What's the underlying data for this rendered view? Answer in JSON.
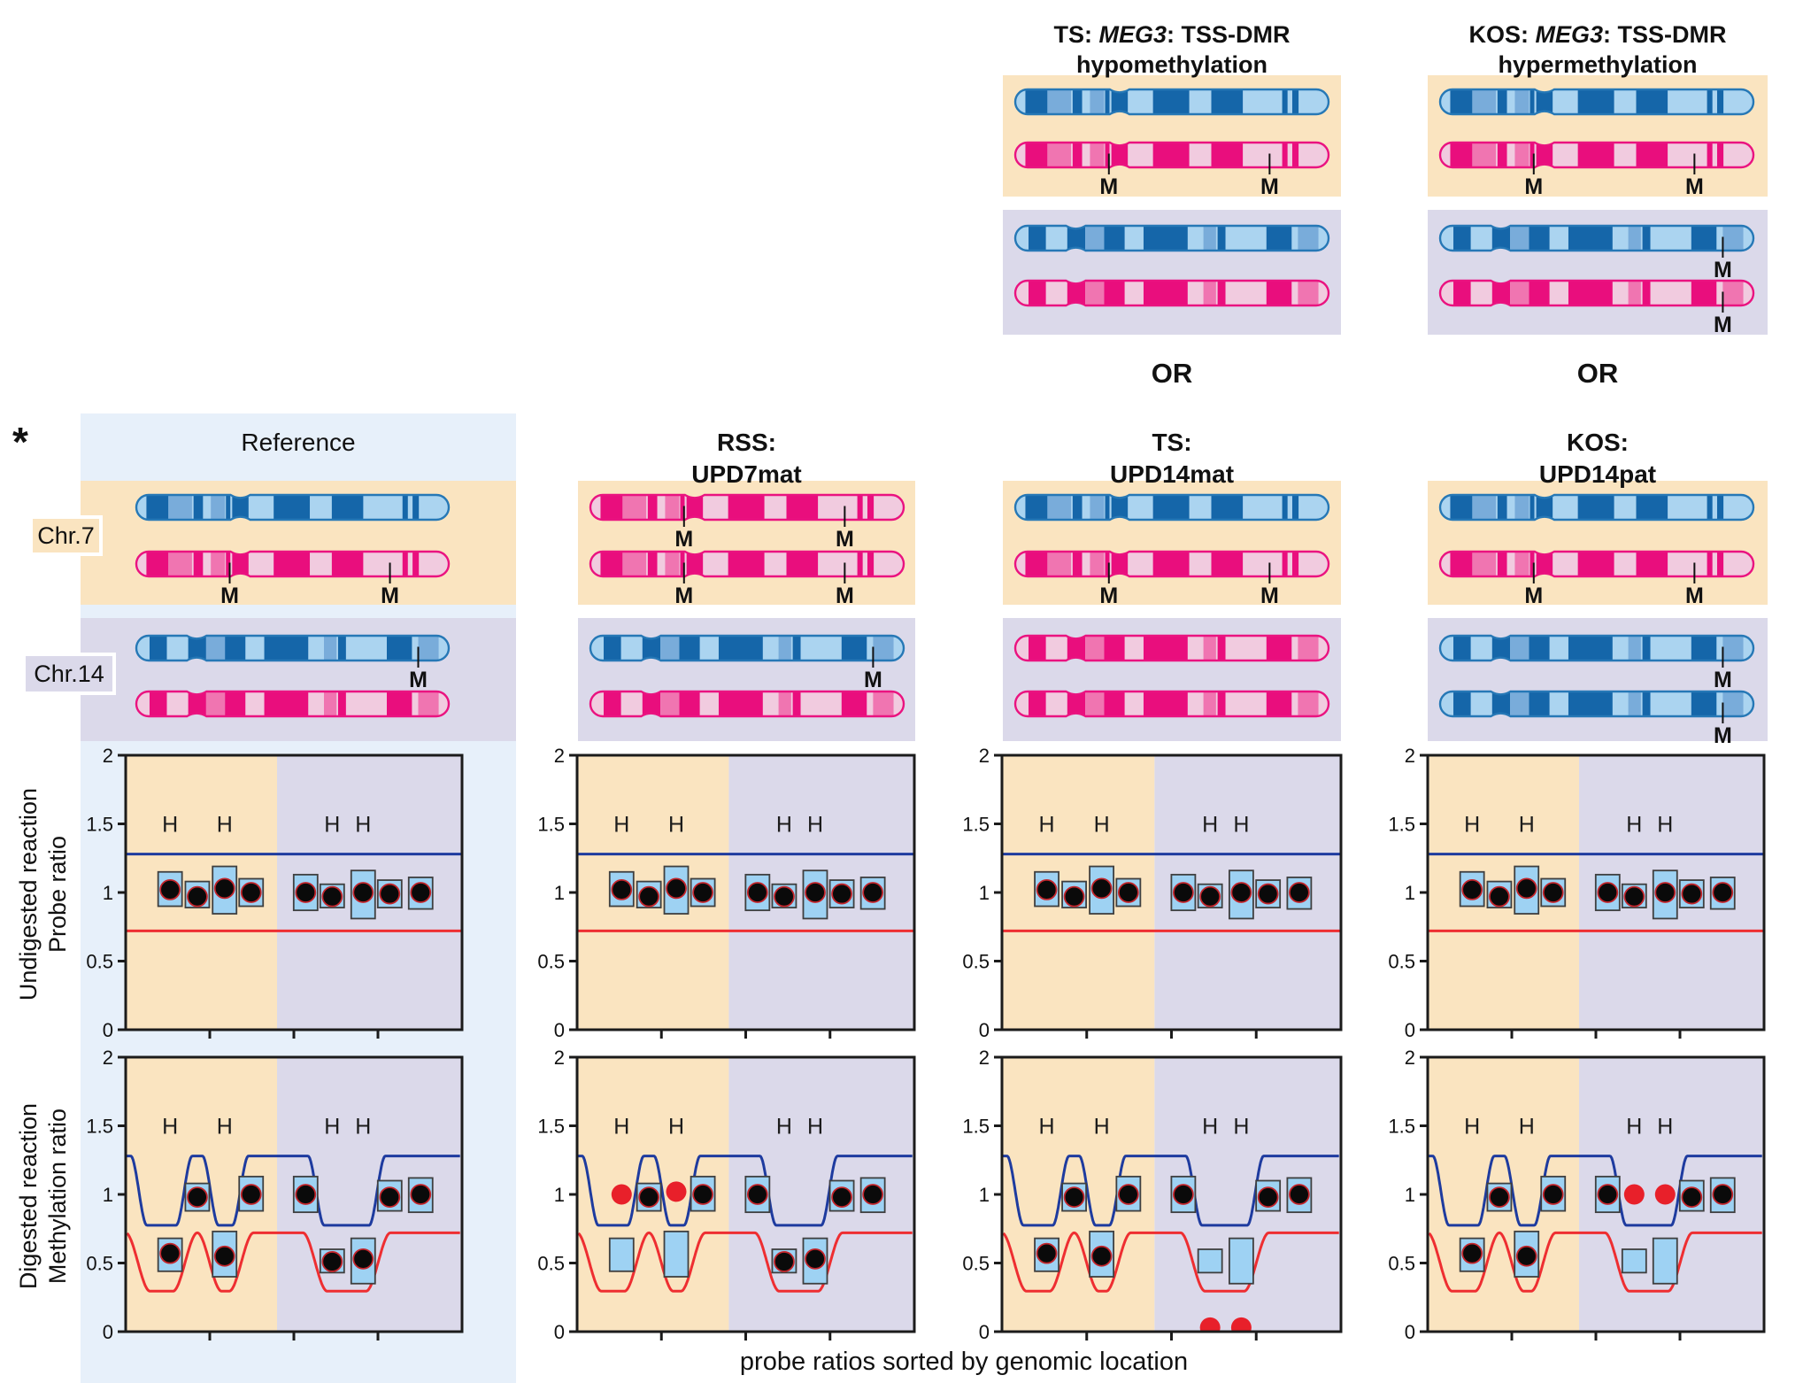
{
  "figure": {
    "asterisk": "*",
    "or_label": "OR",
    "m_label": "M",
    "h_label": "H",
    "x_axis_label": "probe ratios sorted by genomic location",
    "row_labels": {
      "chr7": "Chr.7",
      "chr14": "Chr.14"
    },
    "y_axis_labels": {
      "undigested": [
        "Undigested reaction",
        "Probe ratio"
      ],
      "digested": [
        "Digested reaction",
        "Methylation ratio"
      ]
    },
    "colors": {
      "orange_bg": "#fae4c0",
      "lavender_bg": "#dbd9ea",
      "reference_bg": "#e7f0fa",
      "paternal_chromosome_dark": "#1566a9",
      "maternal_chromosome_dark": "#e90e7d",
      "upper_limit_line": "#1e3b9f",
      "lower_limit_line": "#ee2e31",
      "normal_dot": "#0a0a0a",
      "abnormal_dot": "#e8202a",
      "box_fill": "#9ed2f3"
    }
  },
  "top_panels": [
    {
      "title_prefix": "TS: ",
      "title_gene": "MEG3",
      "title_suffix": ": TSS-DMR",
      "title_line2": "hypomethylation",
      "chr7": [
        {
          "color": "blue",
          "m": []
        },
        {
          "color": "pink",
          "m": [
            0.3,
            0.81
          ]
        }
      ],
      "chr14": [
        {
          "color": "blue",
          "m": []
        },
        {
          "color": "pink",
          "m": []
        }
      ]
    },
    {
      "title_prefix": "KOS: ",
      "title_gene": "MEG3",
      "title_suffix": ": TSS-DMR",
      "title_line2": "hypermethylation",
      "chr7": [
        {
          "color": "blue",
          "m": []
        },
        {
          "color": "pink",
          "m": [
            0.3,
            0.81
          ]
        }
      ],
      "chr14": [
        {
          "color": "blue",
          "m": [
            0.9
          ]
        },
        {
          "color": "pink",
          "m": [
            0.9
          ]
        }
      ]
    }
  ],
  "columns": [
    {
      "title_line1": "",
      "title_line2": "Reference",
      "chr7": [
        {
          "color": "blue",
          "m": []
        },
        {
          "color": "pink",
          "m": [
            0.3,
            0.81
          ]
        }
      ],
      "chr14": [
        {
          "color": "blue",
          "m": [
            0.9
          ]
        },
        {
          "color": "pink",
          "m": []
        }
      ]
    },
    {
      "title_line1": "RSS:",
      "title_line2": "UPD7mat",
      "chr7": [
        {
          "color": "pink",
          "m": [
            0.3,
            0.81
          ]
        },
        {
          "color": "pink",
          "m": [
            0.3,
            0.81
          ]
        }
      ],
      "chr14": [
        {
          "color": "blue",
          "m": [
            0.9
          ]
        },
        {
          "color": "pink",
          "m": []
        }
      ]
    },
    {
      "title_line1": "TS:",
      "title_line2": "UPD14mat",
      "chr7": [
        {
          "color": "blue",
          "m": []
        },
        {
          "color": "pink",
          "m": [
            0.3,
            0.81
          ]
        }
      ],
      "chr14": [
        {
          "color": "pink",
          "m": []
        },
        {
          "color": "pink",
          "m": []
        }
      ]
    },
    {
      "title_line1": "KOS:",
      "title_line2": "UPD14pat",
      "chr7": [
        {
          "color": "blue",
          "m": []
        },
        {
          "color": "pink",
          "m": [
            0.3,
            0.81
          ]
        }
      ],
      "chr14": [
        {
          "color": "blue",
          "m": [
            0.9
          ]
        },
        {
          "color": "blue",
          "m": [
            0.9
          ]
        }
      ]
    }
  ],
  "chart_data": [
    {
      "id": "undigested",
      "type": "scatter",
      "title": "Undigested reaction",
      "ylabel": [
        "Undigested reaction",
        "Probe ratio"
      ],
      "ylim": [
        0,
        2
      ],
      "yticks": [
        2,
        1.5,
        1,
        0.5,
        0
      ],
      "xticks_fraction": [
        0.25,
        0.5,
        0.75
      ],
      "probe_x": [
        0.132,
        0.213,
        0.294,
        0.373,
        0.535,
        0.614,
        0.706,
        0.785,
        0.877
      ],
      "h_probe_indices": [
        0,
        2,
        5,
        6
      ],
      "chr7_region": [
        0,
        0.45
      ],
      "chr14_region": [
        0.45,
        1
      ],
      "upper_limit": 1.28,
      "lower_limit": 0.72,
      "reference_boxes": [
        [
          0.9,
          1.15
        ],
        [
          0.89,
          1.08
        ],
        [
          0.845,
          1.19
        ],
        [
          0.9,
          1.1
        ],
        [
          0.87,
          1.13
        ],
        [
          0.89,
          1.06
        ],
        [
          0.81,
          1.16
        ],
        [
          0.89,
          1.09
        ],
        [
          0.88,
          1.11
        ]
      ],
      "series": [
        {
          "name": "Reference",
          "values": [
            [
              1.02,
              "black"
            ],
            [
              0.97,
              "black"
            ],
            [
              1.03,
              "black"
            ],
            [
              1,
              "black"
            ],
            [
              1,
              "black"
            ],
            [
              0.97,
              "black"
            ],
            [
              1,
              "black"
            ],
            [
              0.99,
              "black"
            ],
            [
              1,
              "black"
            ]
          ]
        },
        {
          "name": "RSS: UPD7mat",
          "values": [
            [
              1.02,
              "black"
            ],
            [
              0.97,
              "black"
            ],
            [
              1.03,
              "black"
            ],
            [
              1,
              "black"
            ],
            [
              1,
              "black"
            ],
            [
              0.97,
              "black"
            ],
            [
              1,
              "black"
            ],
            [
              0.99,
              "black"
            ],
            [
              1,
              "black"
            ]
          ]
        },
        {
          "name": "TS: UPD14mat",
          "values": [
            [
              1.02,
              "black"
            ],
            [
              0.97,
              "black"
            ],
            [
              1.03,
              "black"
            ],
            [
              1,
              "black"
            ],
            [
              1,
              "black"
            ],
            [
              0.97,
              "black"
            ],
            [
              1,
              "black"
            ],
            [
              0.99,
              "black"
            ],
            [
              1,
              "black"
            ]
          ]
        },
        {
          "name": "KOS: UPD14pat",
          "values": [
            [
              1.02,
              "black"
            ],
            [
              0.97,
              "black"
            ],
            [
              1.03,
              "black"
            ],
            [
              1,
              "black"
            ],
            [
              1,
              "black"
            ],
            [
              0.97,
              "black"
            ],
            [
              1,
              "black"
            ],
            [
              0.99,
              "black"
            ],
            [
              1,
              "black"
            ]
          ]
        }
      ]
    },
    {
      "id": "digested",
      "type": "scatter",
      "title": "Digested reaction",
      "ylabel": [
        "Digested reaction",
        "Methylation ratio"
      ],
      "xlabel": "probe ratios sorted by genomic location",
      "ylim": [
        0,
        2
      ],
      "yticks": [
        2,
        1.5,
        1,
        0.5,
        0
      ],
      "xticks_fraction": [
        0.25,
        0.5,
        0.75
      ],
      "probe_x": [
        0.132,
        0.213,
        0.294,
        0.373,
        0.535,
        0.614,
        0.706,
        0.785,
        0.877
      ],
      "h_probe_indices": [
        0,
        2,
        5,
        6
      ],
      "chr7_region": [
        0,
        0.45
      ],
      "chr14_region": [
        0.45,
        1
      ],
      "limit_dip_zones": [
        [
          0.045,
          0.168
        ],
        [
          0.258,
          0.335
        ],
        [
          0.572,
          0.742
        ]
      ],
      "upper_limit": {
        "baseline": 1.28,
        "dip": 0.775
      },
      "lower_limit": {
        "baseline": 0.72,
        "dip": 0.295
      },
      "reference_boxes": [
        [
          0.44,
          0.68
        ],
        [
          0.88,
          1.08
        ],
        [
          0.4,
          0.73
        ],
        [
          0.88,
          1.13
        ],
        [
          0.87,
          1.13
        ],
        [
          0.43,
          0.6
        ],
        [
          0.35,
          0.68
        ],
        [
          0.88,
          1.1
        ],
        [
          0.87,
          1.12
        ]
      ],
      "series": [
        {
          "name": "Reference",
          "values": [
            [
              0.57,
              "black"
            ],
            [
              0.98,
              "black"
            ],
            [
              0.55,
              "black"
            ],
            [
              1,
              "black"
            ],
            [
              1,
              "black"
            ],
            [
              0.51,
              "black"
            ],
            [
              0.53,
              "black"
            ],
            [
              0.98,
              "black"
            ],
            [
              1,
              "black"
            ]
          ]
        },
        {
          "name": "RSS: UPD7mat",
          "values": [
            [
              1,
              "red"
            ],
            [
              0.98,
              "black"
            ],
            [
              1.02,
              "red"
            ],
            [
              1,
              "black"
            ],
            [
              1,
              "black"
            ],
            [
              0.51,
              "black"
            ],
            [
              0.53,
              "black"
            ],
            [
              0.98,
              "black"
            ],
            [
              1,
              "black"
            ]
          ]
        },
        {
          "name": "TS: UPD14mat",
          "values": [
            [
              0.57,
              "black"
            ],
            [
              0.98,
              "black"
            ],
            [
              0.55,
              "black"
            ],
            [
              1,
              "black"
            ],
            [
              1,
              "black"
            ],
            [
              0.03,
              "red"
            ],
            [
              0.03,
              "red"
            ],
            [
              0.98,
              "black"
            ],
            [
              1,
              "black"
            ]
          ]
        },
        {
          "name": "KOS: UPD14pat",
          "values": [
            [
              0.57,
              "black"
            ],
            [
              0.98,
              "black"
            ],
            [
              0.55,
              "black"
            ],
            [
              1,
              "black"
            ],
            [
              1,
              "black"
            ],
            [
              1,
              "red"
            ],
            [
              1,
              "red"
            ],
            [
              0.98,
              "black"
            ],
            [
              1,
              "black"
            ]
          ]
        }
      ]
    }
  ]
}
